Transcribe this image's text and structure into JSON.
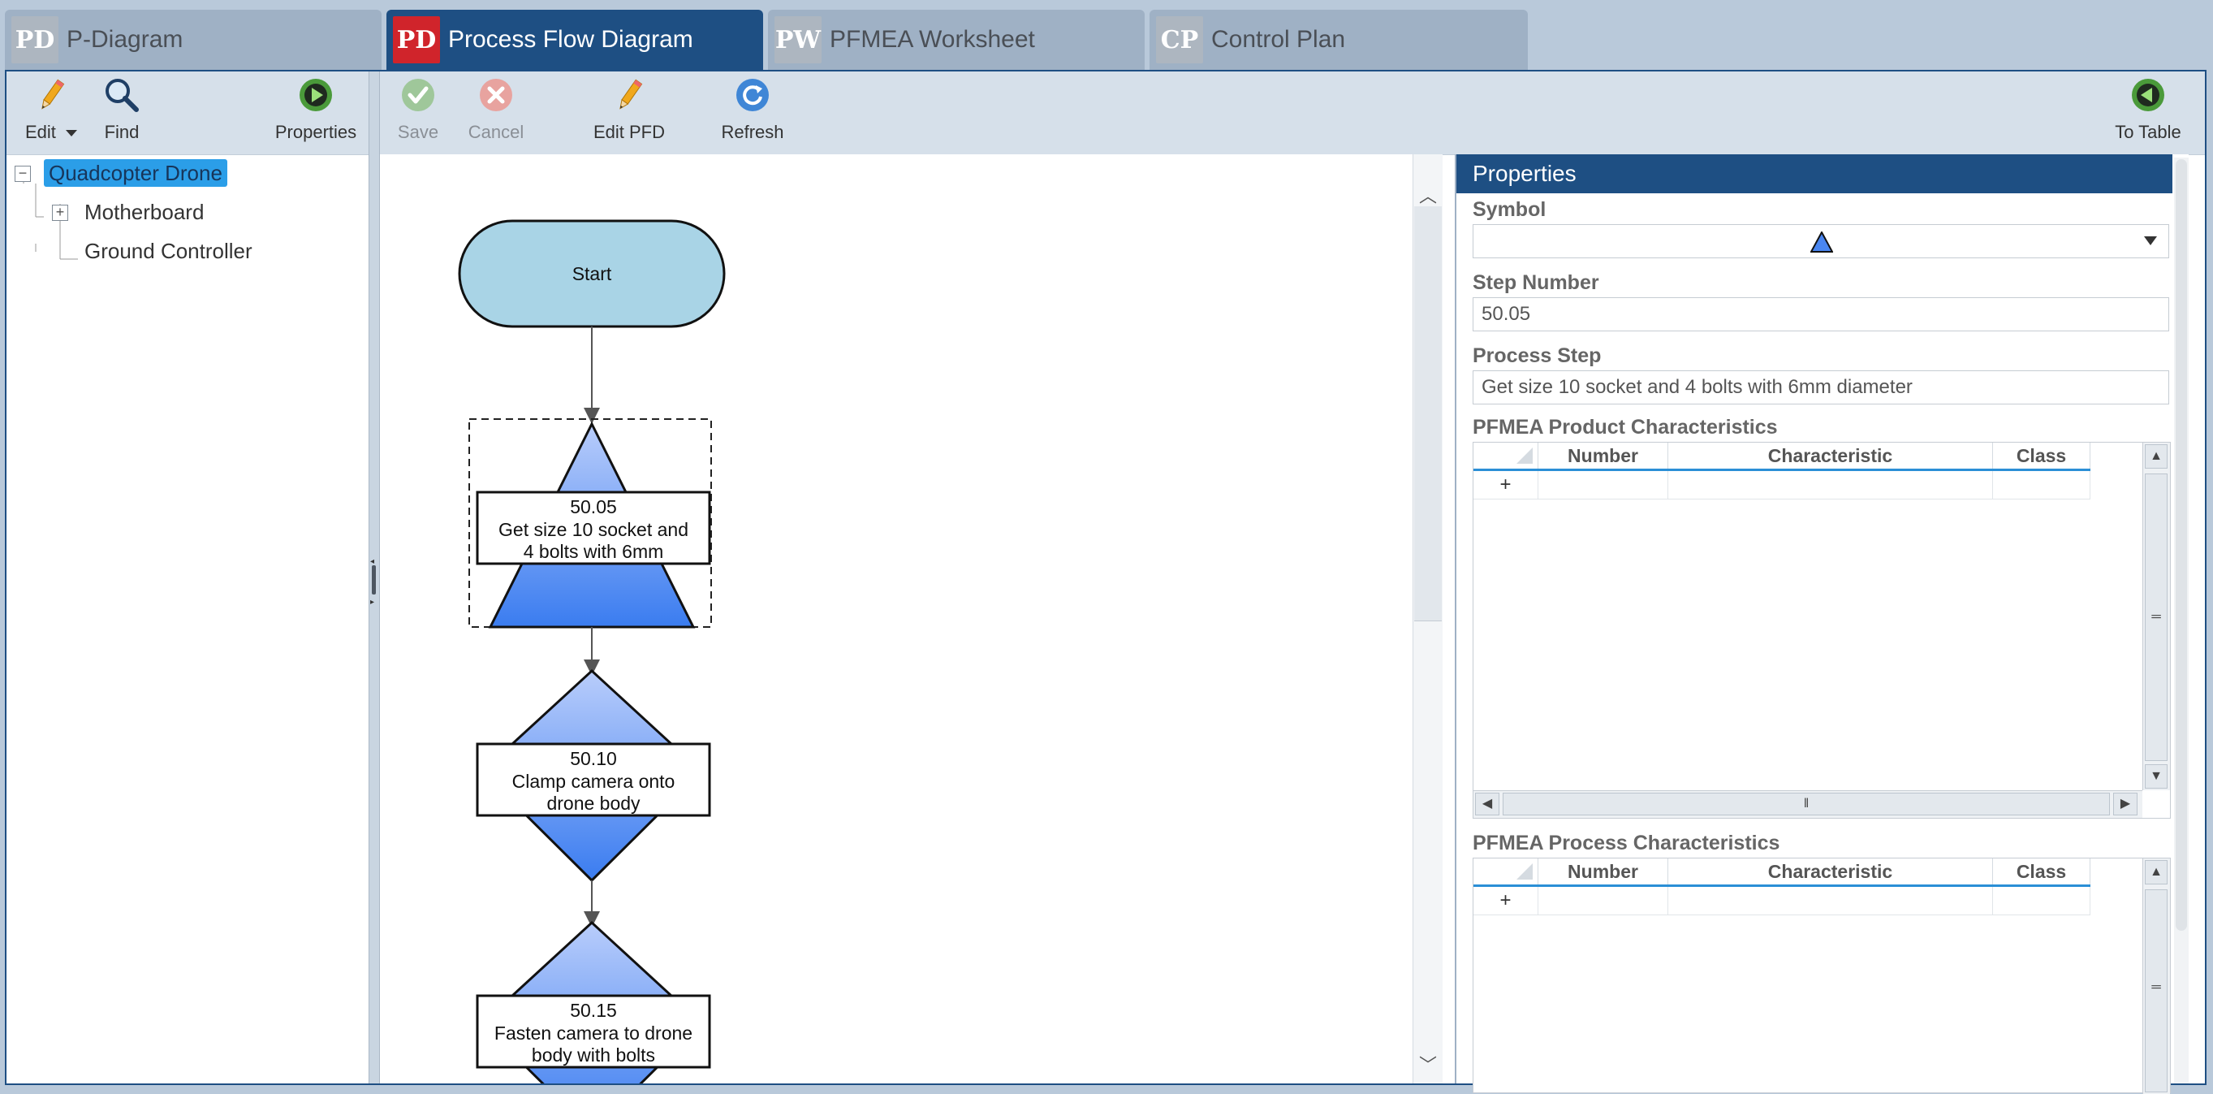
{
  "tabs": [
    {
      "badge": "PD",
      "label": "P-Diagram"
    },
    {
      "badge": "PD",
      "label": "Process Flow Diagram"
    },
    {
      "badge": "PW",
      "label": "PFMEA Worksheet"
    },
    {
      "badge": "CP",
      "label": "Control Plan"
    }
  ],
  "left_toolbar": {
    "edit": "Edit",
    "find": "Find",
    "properties": "Properties"
  },
  "tree": {
    "root": "Quadcopter Drone",
    "children": [
      "Motherboard",
      "Ground Controller"
    ]
  },
  "center_toolbar": {
    "save": "Save",
    "cancel": "Cancel",
    "edit_pfd": "Edit PFD",
    "refresh": "Refresh",
    "to_table": "To Table"
  },
  "flow": {
    "start": "Start",
    "steps": [
      {
        "number": "50.05",
        "line1": "Get size 10 socket and",
        "line2": "4 bolts with 6mm",
        "symbol": "triangle"
      },
      {
        "number": "50.10",
        "line1": "Clamp camera onto",
        "line2": "drone body",
        "symbol": "diamond"
      },
      {
        "number": "50.15",
        "line1": "Fasten camera to drone",
        "line2": "body with bolts",
        "symbol": "diamond"
      }
    ]
  },
  "properties": {
    "header": "Properties",
    "symbol_label": "Symbol",
    "symbol_value": "triangle-icon",
    "step_number_label": "Step Number",
    "step_number": "50.05",
    "process_step_label": "Process Step",
    "process_step": "Get size 10 socket and 4 bolts with 6mm diameter",
    "product_label": "PFMEA Product Characteristics",
    "process_label": "PFMEA Process Characteristics",
    "columns": [
      "Number",
      "Characteristic",
      "Class"
    ],
    "add_row": "+"
  },
  "colors": {
    "tab_active": "#1e4f83",
    "badge_active": "#d0242b",
    "selection": "#2b9ee8",
    "start_fill": "#a9d4e6",
    "symbol_blue": "#4a86f0"
  }
}
